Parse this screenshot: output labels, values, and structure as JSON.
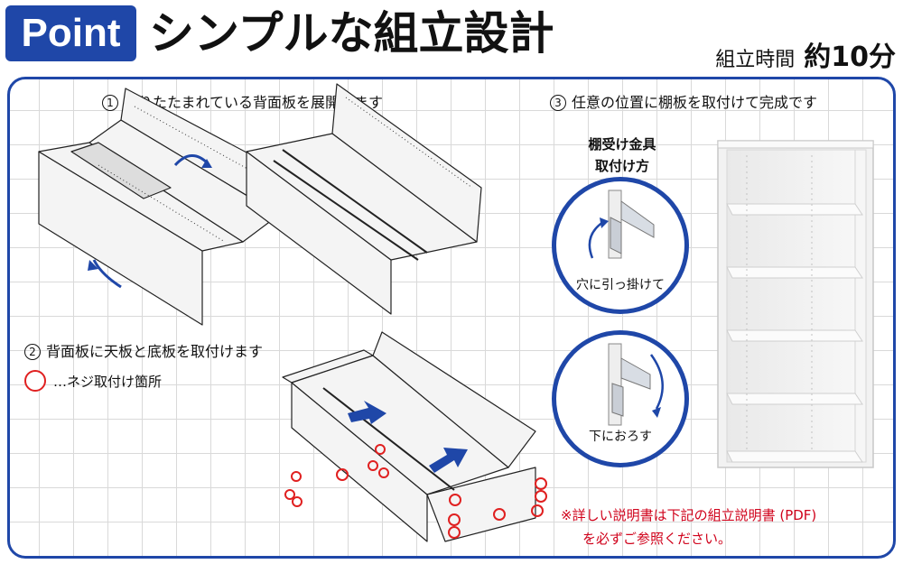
{
  "header": {
    "badge": "Point",
    "title": "シンプルな組立設計",
    "time_label": "組立時間",
    "time_value": "約10分"
  },
  "steps": {
    "step1": {
      "num": "1",
      "text": "折りたたまれている背面板を展開します"
    },
    "step2": {
      "num": "2",
      "text": "背面板に天板と底板を取付けます"
    },
    "step3": {
      "num": "3",
      "text": "任意の位置に棚板を取付けて完成です"
    }
  },
  "legend": {
    "text": "…ネジ取付け箇所"
  },
  "bracket": {
    "title_line1": "棚受け金具",
    "title_line2": "取付け方",
    "caption_top": "穴に引っ掛けて",
    "caption_bottom": "下におろす"
  },
  "note": {
    "line1": "※詳しい説明書は下記の組立説明書 (PDF)",
    "line2": "を必ずご参照ください。"
  },
  "colors": {
    "brand_blue": "#1f47a8",
    "screw_red": "#e02020",
    "note_red": "#d0021b"
  }
}
